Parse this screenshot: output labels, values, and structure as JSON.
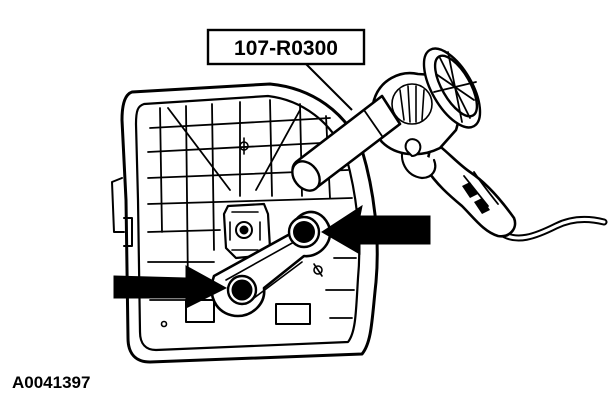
{
  "tool_callout": {
    "label": "107-R0300"
  },
  "figure_id": "A0041397",
  "colors": {
    "ink": "#000000",
    "paper": "#ffffff",
    "tool_fill": "#d9d9d9"
  },
  "parts": {
    "panel": "seat-cushion-frame",
    "tool": "heat-gun",
    "targets": [
      "upper-pivot-rivet",
      "lower-pivot-rivet"
    ],
    "arrows": [
      "right-arrow-pointing-left",
      "left-arrow-pointing-right"
    ]
  }
}
